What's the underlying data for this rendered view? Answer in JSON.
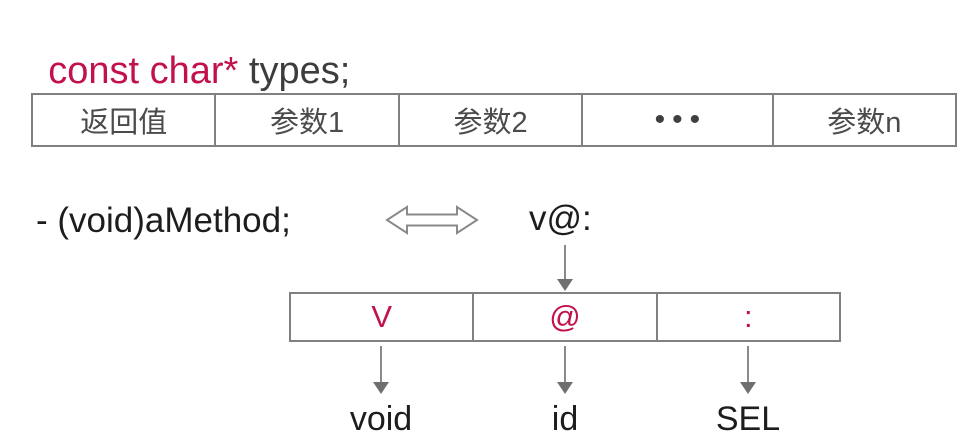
{
  "title": {
    "code_keyword": "const char*",
    "code_rest": " types;"
  },
  "signature_table": {
    "cells": [
      "返回值",
      "参数1",
      "参数2",
      "•••",
      "参数n"
    ]
  },
  "example_row": {
    "method_declaration": "- (void)aMethod;",
    "type_encoding": "v@:"
  },
  "encoding_table": {
    "cells": [
      "V",
      "@",
      ":"
    ]
  },
  "mapping_labels": {
    "return_type": "void",
    "receiver": "id",
    "selector": "SEL"
  },
  "icons": {
    "equivalence": "double-headed-arrow-icon",
    "mapping": "down-arrow-icon"
  },
  "colors": {
    "accent_red": "#c2124d",
    "border_gray": "#808080",
    "arrow_gray": "#8a8a8a",
    "arrowhead_gray": "#6f6f6f",
    "text_dark": "#1d1d1d",
    "text_gray": "#4b4b4b"
  }
}
